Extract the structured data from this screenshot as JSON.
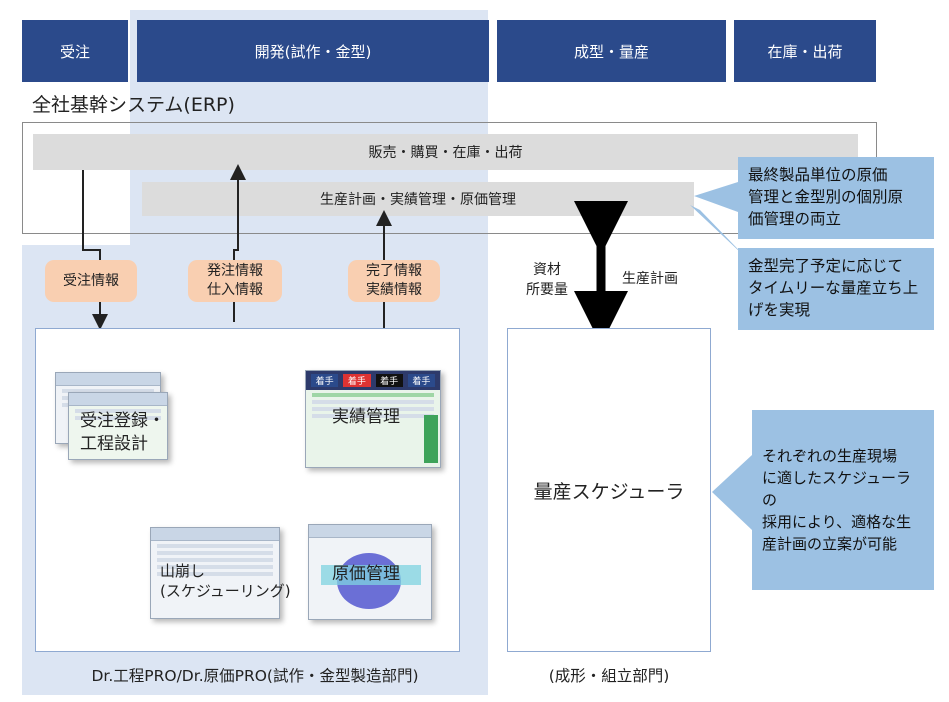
{
  "departments": [
    "受注",
    "開発(試作・金型)",
    "成型・量産",
    "在庫・出荷"
  ],
  "erp": {
    "title": "全社基幹システム(ERP)",
    "sales_label": "販売・購買・在庫・出荷",
    "planning_label": "生産計画・実績管理・原価管理"
  },
  "info_tags": {
    "order": "受注情報",
    "purchase": "発注情報\n仕入情報",
    "completion": "完了情報\n実績情報"
  },
  "flow_labels": {
    "materials": "資材\n所要量",
    "production_plan": "生産計画"
  },
  "callouts": {
    "cost": "最終製品単位の原価\n管理と金型別の個別原\n価管理の両立",
    "timely": "金型完了予定に応じて\nタイムリーな量産立ち上\nげを実現",
    "scheduler": "それぞれの生産現場\nに適したスケジューラの\n採用により、適格な生\n産計画の立案が可能"
  },
  "modules": {
    "order_entry": "受注登録・\n工程設計",
    "actuals": "実績管理",
    "leveling": "山崩し\n(スケジューリング)",
    "cost": "原価管理"
  },
  "screen_buttons": [
    "着手",
    "着手",
    "着手",
    "着手"
  ],
  "scheduler_label": "量産スケジューラ",
  "captions": {
    "left": "Dr.工程PRO/Dr.原価PRO(試作・金型製造部門)",
    "right": "(成形・組立部門)"
  },
  "colors": {
    "dept_header": "#2b4a8b",
    "band": "#dce5f3",
    "info_tag": "#f9cfb1",
    "callout": "#9cc1e3",
    "gray_bar": "#dcdcdc"
  }
}
